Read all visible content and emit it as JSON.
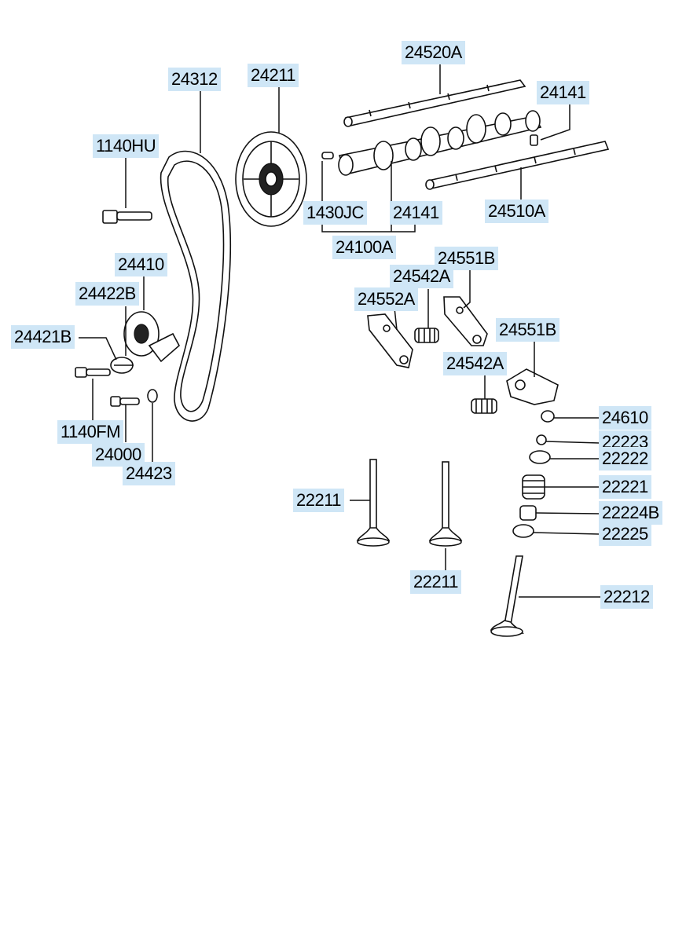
{
  "diagram": {
    "labels": {
      "p24520A": "24520A",
      "p24141a": "24141",
      "p24312": "24312",
      "p24211": "24211",
      "p1140HU": "1140HU",
      "p1430JC": "1430JC",
      "p24141b": "24141",
      "p24510A": "24510A",
      "p24100A": "24100A",
      "p24410": "24410",
      "p24551Ba": "24551B",
      "p24542Aa": "24542A",
      "p24422B": "24422B",
      "p24552A": "24552A",
      "p24421B": "24421B",
      "p24551Bb": "24551B",
      "p24542Ab": "24542A",
      "p24610": "24610",
      "p1140FM": "1140FM",
      "p22223": "22223",
      "p24000": "24000",
      "p22222": "22222",
      "p24423": "24423",
      "p22221": "22221",
      "p22211a": "22211",
      "p22224B": "22224B",
      "p22225": "22225",
      "p22211b": "22211",
      "p22212": "22212"
    }
  }
}
